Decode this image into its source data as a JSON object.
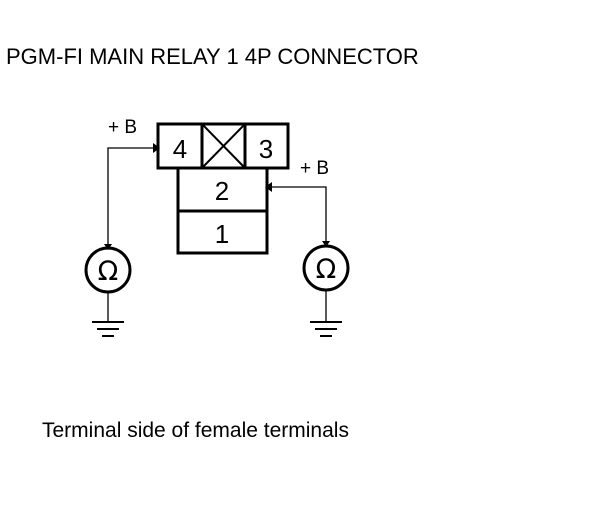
{
  "title": "PGM-FI MAIN RELAY 1 4P CONNECTOR",
  "caption": "Terminal side of female terminals",
  "connector": {
    "pins": [
      {
        "id": "pin-4",
        "label": "4"
      },
      {
        "id": "pin-3",
        "label": "3"
      },
      {
        "id": "pin-2",
        "label": "2"
      },
      {
        "id": "pin-1",
        "label": "1"
      }
    ]
  },
  "probes": {
    "left": {
      "supply_label": "+ B",
      "meter_symbol": "Ω"
    },
    "right": {
      "supply_label": "+ B",
      "meter_symbol": "Ω"
    }
  },
  "colors": {
    "line": "#000000",
    "background": "#ffffff"
  }
}
